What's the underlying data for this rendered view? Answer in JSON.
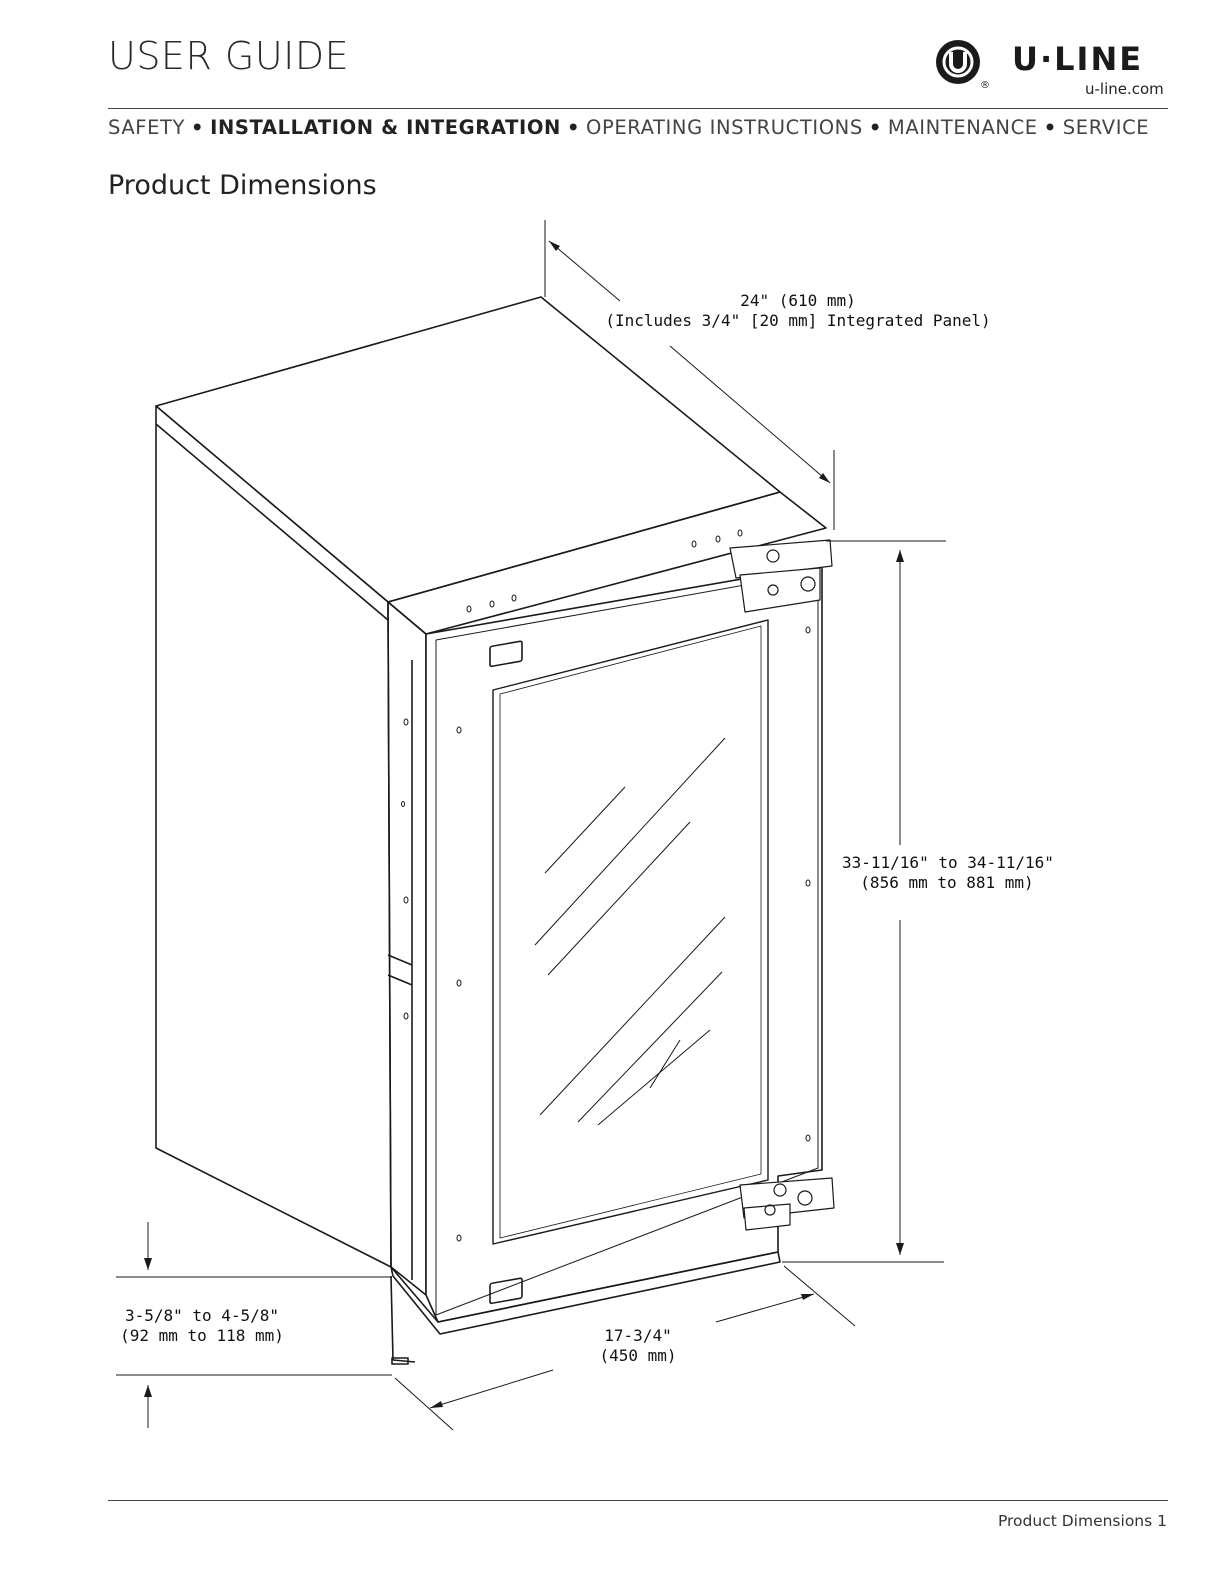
{
  "header": {
    "title": "USER GUIDE",
    "brand": "U·LINE",
    "url": "u-line.com",
    "registered": "®",
    "logo_mark": "U"
  },
  "nav": [
    {
      "label": "SAFETY",
      "active": false
    },
    {
      "label": "INSTALLATION & INTEGRATION",
      "active": true
    },
    {
      "label": "OPERATING INSTRUCTIONS",
      "active": false
    },
    {
      "label": "MAINTENANCE",
      "active": false
    },
    {
      "label": "SERVICE",
      "active": false
    }
  ],
  "nav_separator": "•",
  "section_title": "Product Dimensions",
  "dimensions": {
    "depth": {
      "line1": "24\" (610 mm)",
      "line2": "(Includes 3/4\" [20 mm] Integrated Panel)"
    },
    "height": {
      "line1": "33-11/16\" to 34-11/16\"",
      "line2": "(856 mm to 881 mm)"
    },
    "kick": {
      "line1": "3-5/8\" to 4-5/8\"",
      "line2": "(92 mm to 118 mm)"
    },
    "width": {
      "line1": "17-3/4\"",
      "line2": "(450 mm)"
    }
  },
  "footer": {
    "text": "Product Dimensions 1"
  }
}
